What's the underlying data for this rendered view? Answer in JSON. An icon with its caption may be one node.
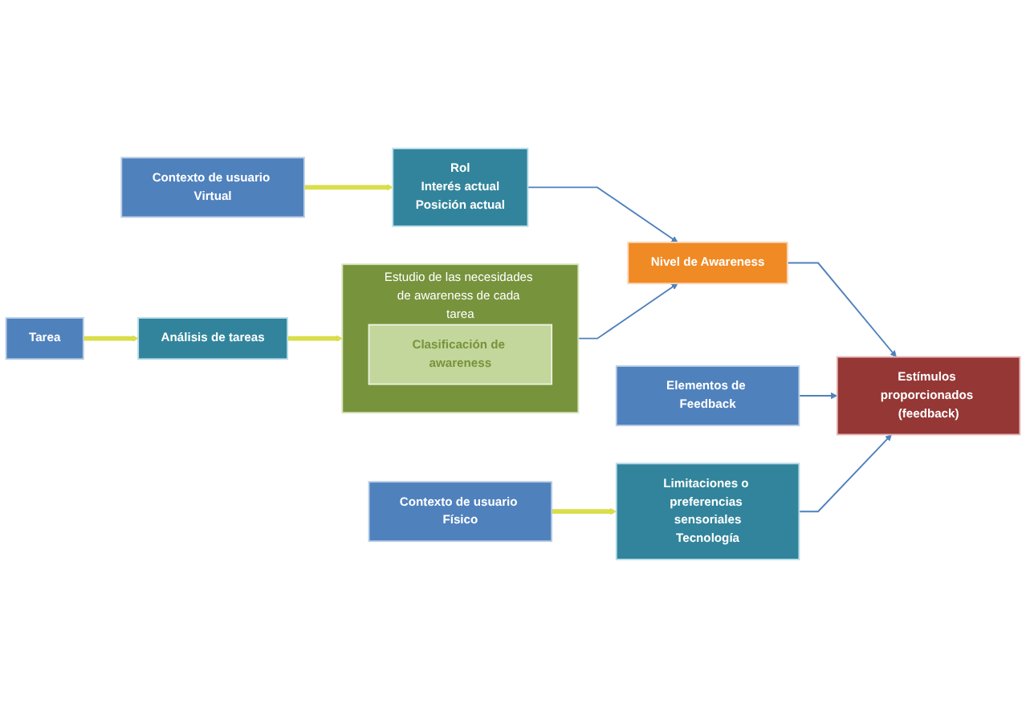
{
  "diagram": {
    "nodes": [
      {
        "text": [
          "Tarea"
        ]
      },
      {
        "text": [
          "Análisis de tareas"
        ]
      },
      {
        "text": [
          "Estudio de las necesidades de awareness de cada tarea"
        ]
      },
      {
        "text": [
          "Clasificación de awareness"
        ],
        "in": 2
      },
      {
        "text": [
          "Contexto de usuario Virtual"
        ]
      },
      {
        "text": [
          "Rol",
          "Interés actual",
          "Posición actual"
        ]
      },
      {
        "text": [
          "Nivel de Awareness"
        ]
      },
      {
        "text": [
          "Estímulos proporcionados (feedback)"
        ]
      },
      {
        "text": [
          "Elementos de Feedback"
        ]
      },
      {
        "text": [
          "Contexto de usuario Físico"
        ]
      },
      {
        "text": [
          "Limitaciones o preferencias sensoriales",
          "Tecnología"
        ]
      }
    ],
    "edges": [
      {
        "from": 0,
        "to": 1,
        "arrow": "to",
        "style": "thick",
        "color": "#d9de4a"
      },
      {
        "from": 1,
        "to": 2,
        "arrow": "to",
        "style": "thick",
        "color": "#d9de4a"
      },
      {
        "from": 4,
        "to": 5,
        "arrow": "to",
        "style": "thick",
        "color": "#d9de4a"
      },
      {
        "from": 2,
        "to": 6,
        "arrow": "to"
      },
      {
        "from": 5,
        "to": 6,
        "arrow": "to"
      },
      {
        "from": 6,
        "to": 7,
        "arrow": "to"
      },
      {
        "from": 8,
        "to": 7,
        "arrow": "to"
      },
      {
        "from": 9,
        "to": 10,
        "arrow": "to",
        "style": "thick",
        "color": "#d9de4a"
      },
      {
        "from": 10,
        "to": 7,
        "arrow": "to"
      }
    ]
  }
}
